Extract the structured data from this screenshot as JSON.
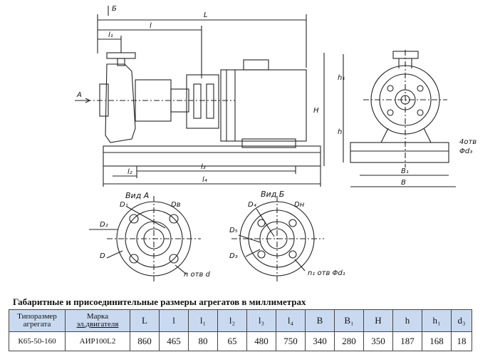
{
  "drawing": {
    "side_view_labels": {
      "section_mark": "Б",
      "arrow_label": "А",
      "L": "L",
      "l": "l",
      "l1": "l₁",
      "l2": "l₂",
      "l3": "l₃",
      "l4": "l₄",
      "H": "H"
    },
    "front_view_labels": {
      "h1": "h₁",
      "h": "h",
      "four_holes": "4отв",
      "d3": "Φd₃",
      "B1": "B₁",
      "B": "B"
    },
    "view_a": {
      "title": "Вид А",
      "D1": "D₁",
      "Dv": "Dв",
      "D2": "D₂",
      "D": "D",
      "holes": "n отв d"
    },
    "view_b": {
      "title": "Вид Б",
      "D4": "D₄",
      "Dn": "Dн",
      "D5": "D₅",
      "D3": "D₃",
      "holes": "n₁ отв Φd₁"
    }
  },
  "caption": "Габаритные и присоединительные размеры агрегатов в миллиметрах",
  "table": {
    "headers": [
      {
        "key": "type",
        "line1": "Типоразмер",
        "line2": "агрегата"
      },
      {
        "key": "motor",
        "line1": "Марка",
        "line2": "эл.двигателя"
      },
      {
        "key": "L",
        "line1": "L"
      },
      {
        "key": "l",
        "line1": "l"
      },
      {
        "key": "l1",
        "line1": "l₁"
      },
      {
        "key": "l2",
        "line1": "l₂"
      },
      {
        "key": "l3",
        "line1": "l₃"
      },
      {
        "key": "l4",
        "line1": "l₄"
      },
      {
        "key": "B",
        "line1": "B"
      },
      {
        "key": "B1",
        "line1": "B₁"
      },
      {
        "key": "H",
        "line1": "H"
      },
      {
        "key": "h",
        "line1": "h"
      },
      {
        "key": "h1",
        "line1": "h₁"
      },
      {
        "key": "d3",
        "line1": "d₃"
      }
    ],
    "row": [
      "К65-50-160",
      "АИР100L2",
      "860",
      "465",
      "80",
      "65",
      "480",
      "750",
      "340",
      "280",
      "350",
      "187",
      "168",
      "18"
    ]
  }
}
